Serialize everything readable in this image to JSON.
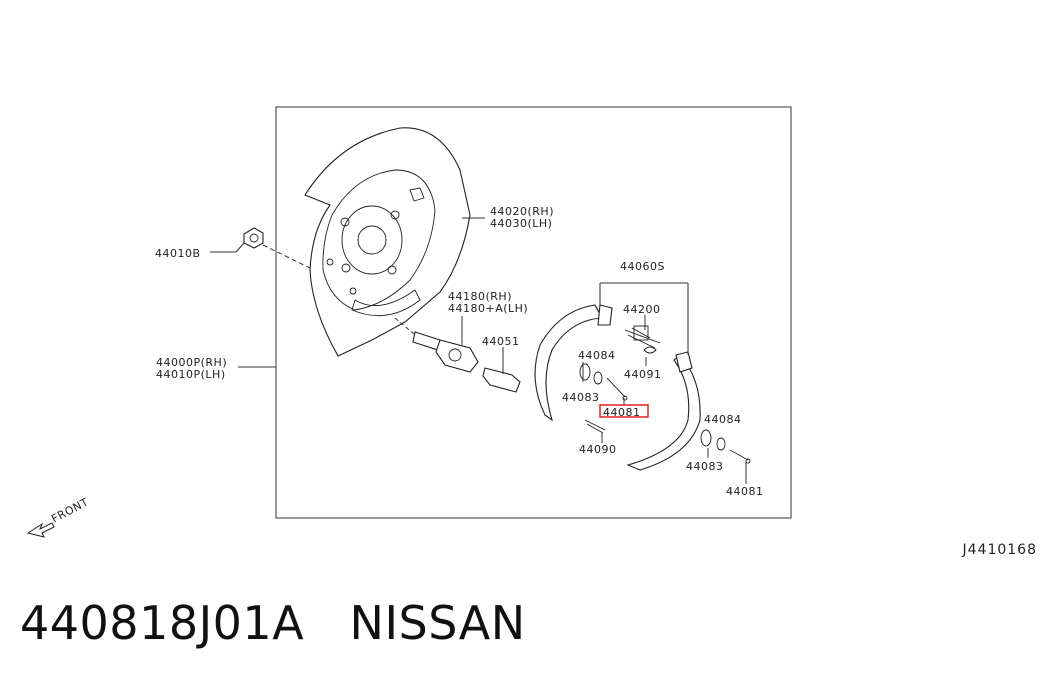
{
  "labels": {
    "p44020": "44020(RH)",
    "p44030": "44030(LH)",
    "p44010b": "44010B",
    "p44180rh": "44180(RH)",
    "p44180lh": "44180+A(LH)",
    "p44051": "44051",
    "p44000p": "44000P(RH)",
    "p44010p": "44010P(LH)",
    "p44060s": "44060S",
    "p44200": "44200",
    "p44084a": "44084",
    "p44091": "44091",
    "p44083a": "44083",
    "p44081a": "44081",
    "p44090": "44090",
    "p44084b": "44084",
    "p44083b": "44083",
    "p44081b": "44081",
    "front": "FRONT"
  },
  "catalog_code": "J4410168",
  "caption": {
    "part_number": "440818J01A",
    "brand": "NISSAN"
  },
  "colors": {
    "highlight": "#e02020",
    "line": "#333333"
  }
}
